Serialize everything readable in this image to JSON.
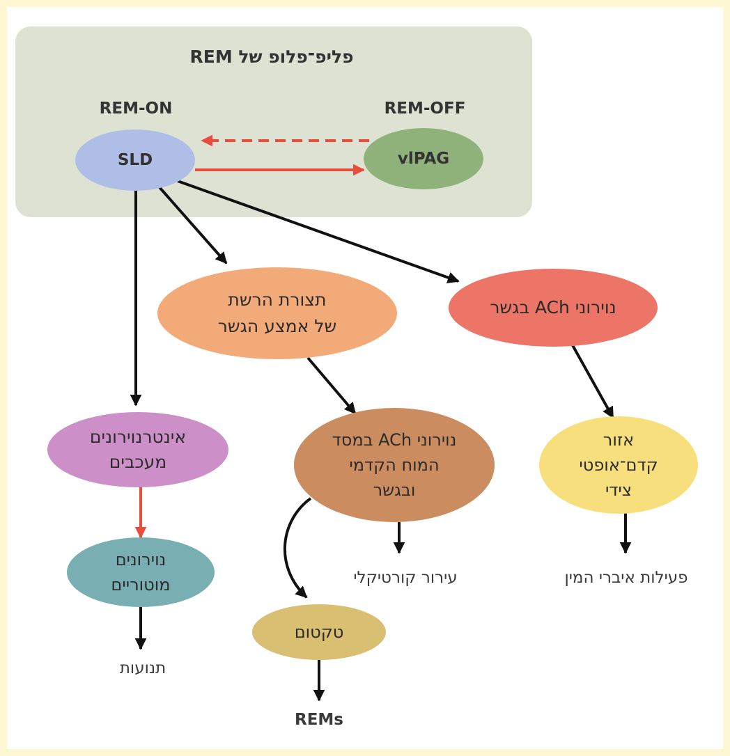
{
  "colors": {
    "frame_border": "#fdf7d3",
    "panel": "#dee2d3",
    "red_arrow": "#e84c3d",
    "black_arrow": "#111111"
  },
  "panel": {
    "title": "פליפ־פלופ של REM",
    "rem_on": "REM-ON",
    "rem_off": "REM-OFF"
  },
  "nodes": {
    "sld": {
      "label": "SLD",
      "color": "#aebee6"
    },
    "vlpag": {
      "label": "vlPAG",
      "color": "#8fb27a"
    },
    "reticular": {
      "label": "תצורת הרשת\nשל אמצע הגשר",
      "color": "#f2ab78"
    },
    "ach_pons": {
      "label": "נוירוני ACh בגשר",
      "color": "#ec7567"
    },
    "interneurons": {
      "label": "אינטרנוירונים\nמעכבים",
      "color": "#cc8fc8"
    },
    "ach_forebrain": {
      "label": "נוירוני ACh במסד\nהמוח הקדמי\nובגשר",
      "color": "#cb8c5f"
    },
    "preoptic": {
      "label": "אזור\nקדם־אופטי\nצידי",
      "color": "#f7df7e"
    },
    "motor": {
      "label": "נוירונים\nמוטוריים",
      "color": "#79afb3"
    },
    "tectum": {
      "label": "טקטום",
      "color": "#d9bf72"
    }
  },
  "outputs": {
    "movements": "תנועות",
    "cortical": "עירור קורטיקלי",
    "sexual": "פעילות איברי המין",
    "rems": "REMs"
  }
}
